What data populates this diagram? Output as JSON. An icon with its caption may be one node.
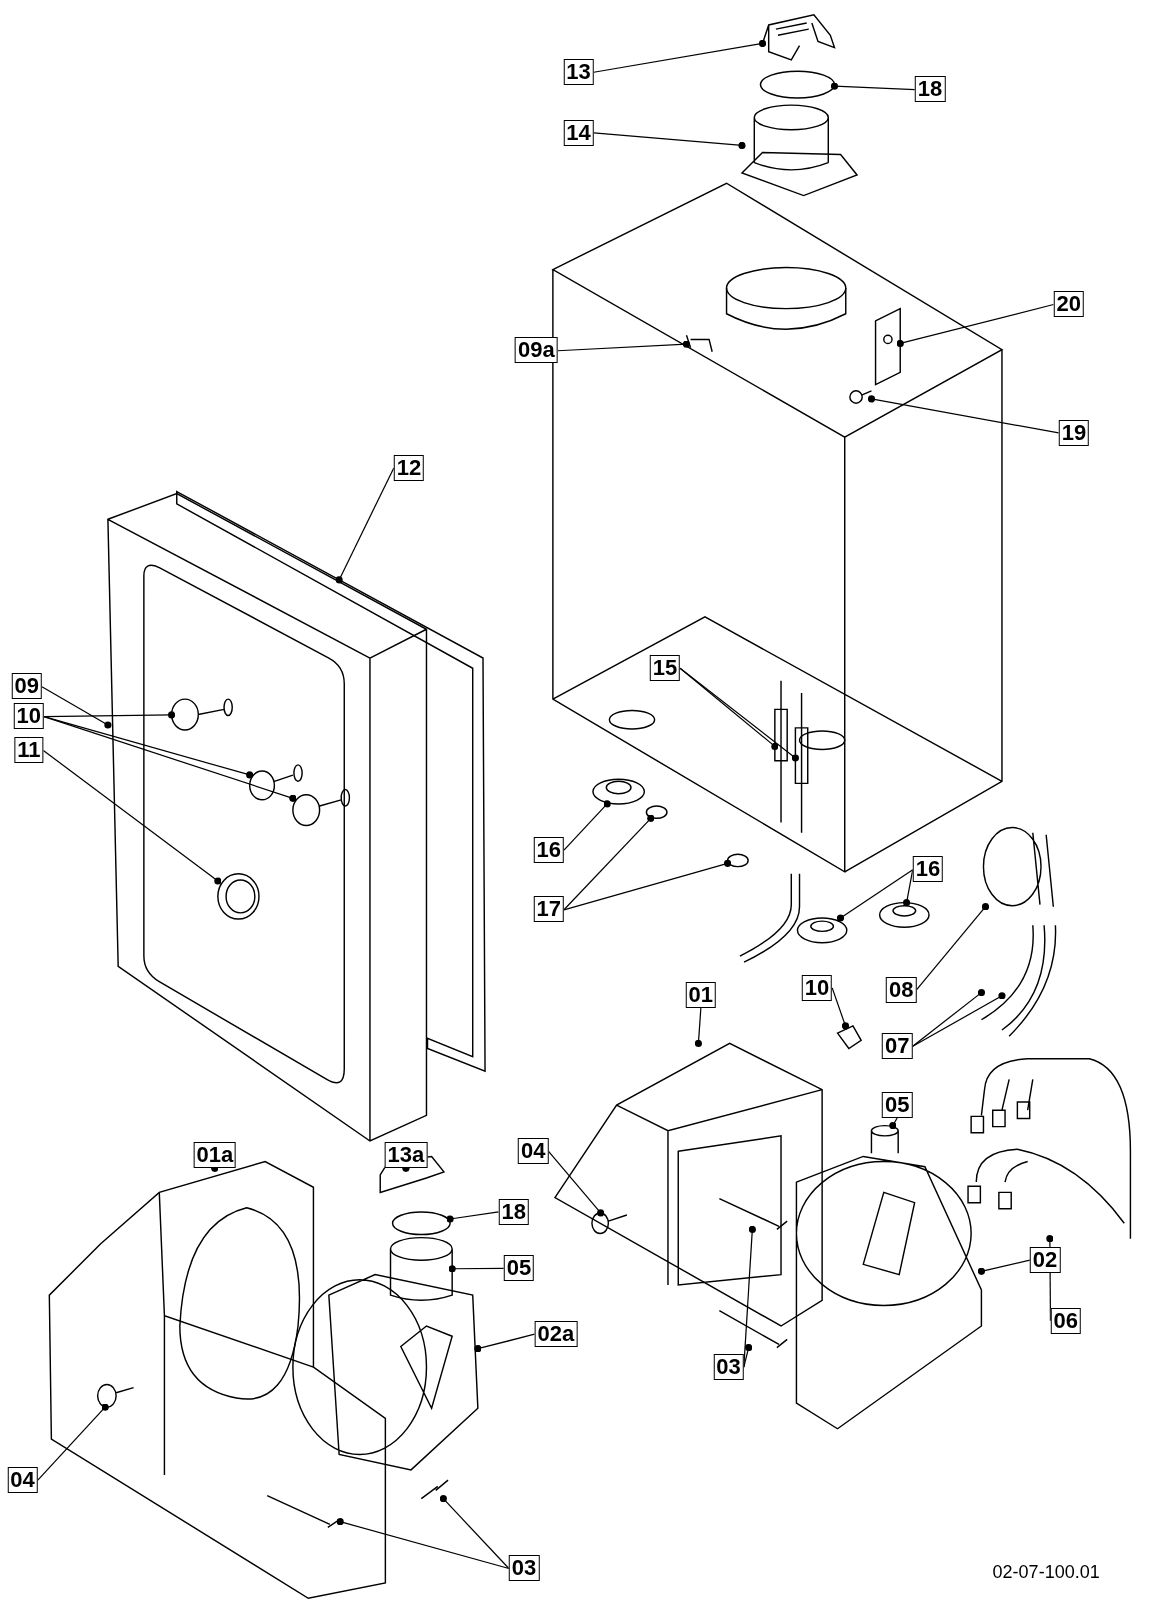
{
  "diagram": {
    "nodes": [
      {
        "text": [
          "13"
        ]
      },
      {
        "text": [
          "18"
        ]
      },
      {
        "text": [
          "14"
        ]
      },
      {
        "text": [
          "20"
        ]
      },
      {
        "text": [
          "09a"
        ]
      },
      {
        "text": [
          "19"
        ]
      },
      {
        "text": [
          "12"
        ]
      },
      {
        "text": [
          "09"
        ]
      },
      {
        "text": [
          "10"
        ]
      },
      {
        "text": [
          "11"
        ]
      },
      {
        "text": [
          "15"
        ]
      },
      {
        "text": [
          "16"
        ]
      },
      {
        "text": [
          "17"
        ]
      },
      {
        "text": [
          "16"
        ]
      },
      {
        "text": [
          "08"
        ]
      },
      {
        "text": [
          "10"
        ]
      },
      {
        "text": [
          "01"
        ]
      },
      {
        "text": [
          "07"
        ]
      },
      {
        "text": [
          "05"
        ]
      },
      {
        "text": [
          "04"
        ]
      },
      {
        "text": [
          "01a"
        ]
      },
      {
        "text": [
          "13a"
        ]
      },
      {
        "text": [
          "02"
        ]
      },
      {
        "text": [
          "18"
        ]
      },
      {
        "text": [
          "05"
        ]
      },
      {
        "text": [
          "06"
        ]
      },
      {
        "text": [
          "02a"
        ]
      },
      {
        "text": [
          "03"
        ]
      },
      {
        "text": [
          "04"
        ]
      },
      {
        "text": [
          "03"
        ]
      },
      {
        "text": [],
        "shape": "picture"
      },
      {
        "text": [],
        "shape": "picture"
      },
      {
        "text": [],
        "shape": "picture"
      },
      {
        "text": [],
        "shape": "picture"
      },
      {
        "text": [],
        "shape": "picture"
      },
      {
        "text": [],
        "shape": "picture"
      },
      {
        "text": [],
        "shape": "picture"
      },
      {
        "text": [],
        "shape": "picture"
      },
      {
        "text": [],
        "shape": "picture",
        "in": 37
      },
      {
        "text": [],
        "shape": "picture",
        "in": 37
      },
      {
        "text": [],
        "shape": "picture",
        "in": 37
      },
      {
        "text": [],
        "shape": "picture",
        "in": 37
      },
      {
        "text": [],
        "shape": "picture"
      },
      {
        "text": [],
        "shape": "picture"
      },
      {
        "text": [],
        "shape": "picture"
      },
      {
        "text": [],
        "shape": "picture"
      },
      {
        "text": [],
        "shape": "picture"
      },
      {
        "text": [],
        "shape": "picture"
      },
      {
        "text": [],
        "shape": "picture"
      },
      {
        "text": [],
        "shape": "picture"
      },
      {
        "text": [],
        "shape": "picture"
      },
      {
        "text": [],
        "shape": "picture"
      },
      {
        "text": [],
        "shape": "picture"
      },
      {
        "text": [],
        "shape": "picture"
      },
      {
        "text": [],
        "shape": "picture"
      },
      {
        "text": [],
        "shape": "picture",
        "in": 51
      },
      {
        "text": [],
        "shape": "picture"
      },
      {
        "text": [],
        "shape": "picture"
      },
      {
        "text": [],
        "shape": "picture"
      },
      {
        "text": [],
        "shape": "picture"
      },
      {
        "text": [],
        "shape": "picture"
      },
      {
        "text": [],
        "shape": "picture"
      },
      {
        "text": [],
        "shape": "picture"
      },
      {
        "text": [],
        "shape": "picture",
        "in": 51
      },
      {
        "text": [],
        "shape": "picture"
      },
      {
        "text": [],
        "shape": "picture",
        "in": 56
      },
      {
        "text": [],
        "shape": "picture",
        "in": 56
      },
      {
        "text": [],
        "shape": "picture"
      }
    ],
    "edges": [
      {
        "from": 0,
        "to": 30,
        "arrow": "other"
      },
      {
        "from": 1,
        "to": 31,
        "arrow": "other"
      },
      {
        "from": 2,
        "to": 32,
        "arrow": "other"
      },
      {
        "from": 3,
        "to": 33,
        "arrow": "other"
      },
      {
        "from": 4,
        "to": 34,
        "arrow": "other"
      },
      {
        "from": 5,
        "to": 35,
        "arrow": "other"
      },
      {
        "from": 6,
        "to": 36,
        "arrow": "other"
      },
      {
        "from": 7,
        "to": 37,
        "arrow": "other"
      },
      {
        "from": 8,
        "to": 38,
        "arrow": "other"
      },
      {
        "from": 8,
        "to": 39,
        "arrow": "other"
      },
      {
        "from": 8,
        "to": 40,
        "arrow": "other"
      },
      {
        "from": 9,
        "to": 41,
        "arrow": "other"
      },
      {
        "from": 10,
        "to": 42,
        "arrow": "other"
      },
      {
        "from": 10,
        "to": 43,
        "arrow": "other"
      },
      {
        "from": 11,
        "to": 44,
        "arrow": "other"
      },
      {
        "from": 12,
        "to": 45,
        "arrow": "other"
      },
      {
        "from": 12,
        "to": 46,
        "arrow": "other"
      },
      {
        "from": 13,
        "to": 47,
        "arrow": "other"
      },
      {
        "from": 13,
        "to": 48,
        "arrow": "other"
      },
      {
        "from": 14,
        "to": 49,
        "arrow": "other"
      },
      {
        "from": 15,
        "to": 50,
        "arrow": "other"
      },
      {
        "from": 16,
        "to": 51,
        "arrow": "other"
      },
      {
        "from": 17,
        "to": 52,
        "arrow": "other"
      },
      {
        "from": 17,
        "to": 53,
        "arrow": "other"
      },
      {
        "from": 18,
        "to": 54,
        "arrow": "other"
      },
      {
        "from": 19,
        "to": 55,
        "arrow": "other"
      },
      {
        "from": 20,
        "to": 56,
        "arrow": "other"
      },
      {
        "from": 21,
        "to": 57,
        "arrow": "other"
      },
      {
        "from": 22,
        "to": 58,
        "arrow": "other"
      },
      {
        "from": 23,
        "to": 59,
        "arrow": "other"
      },
      {
        "from": 24,
        "to": 60,
        "arrow": "other"
      },
      {
        "from": 25,
        "to": 61,
        "arrow": "other"
      },
      {
        "from": 26,
        "to": 62,
        "arrow": "other"
      },
      {
        "from": 27,
        "to": 63,
        "arrow": "other"
      },
      {
        "from": 27,
        "to": 64,
        "arrow": "other"
      },
      {
        "from": 28,
        "to": 65,
        "arrow": "other"
      },
      {
        "from": 29,
        "to": 66,
        "arrow": "other"
      },
      {
        "from": 29,
        "to": 67,
        "arrow": "other"
      }
    ],
    "labels": [
      "02-07-100.01"
    ]
  }
}
